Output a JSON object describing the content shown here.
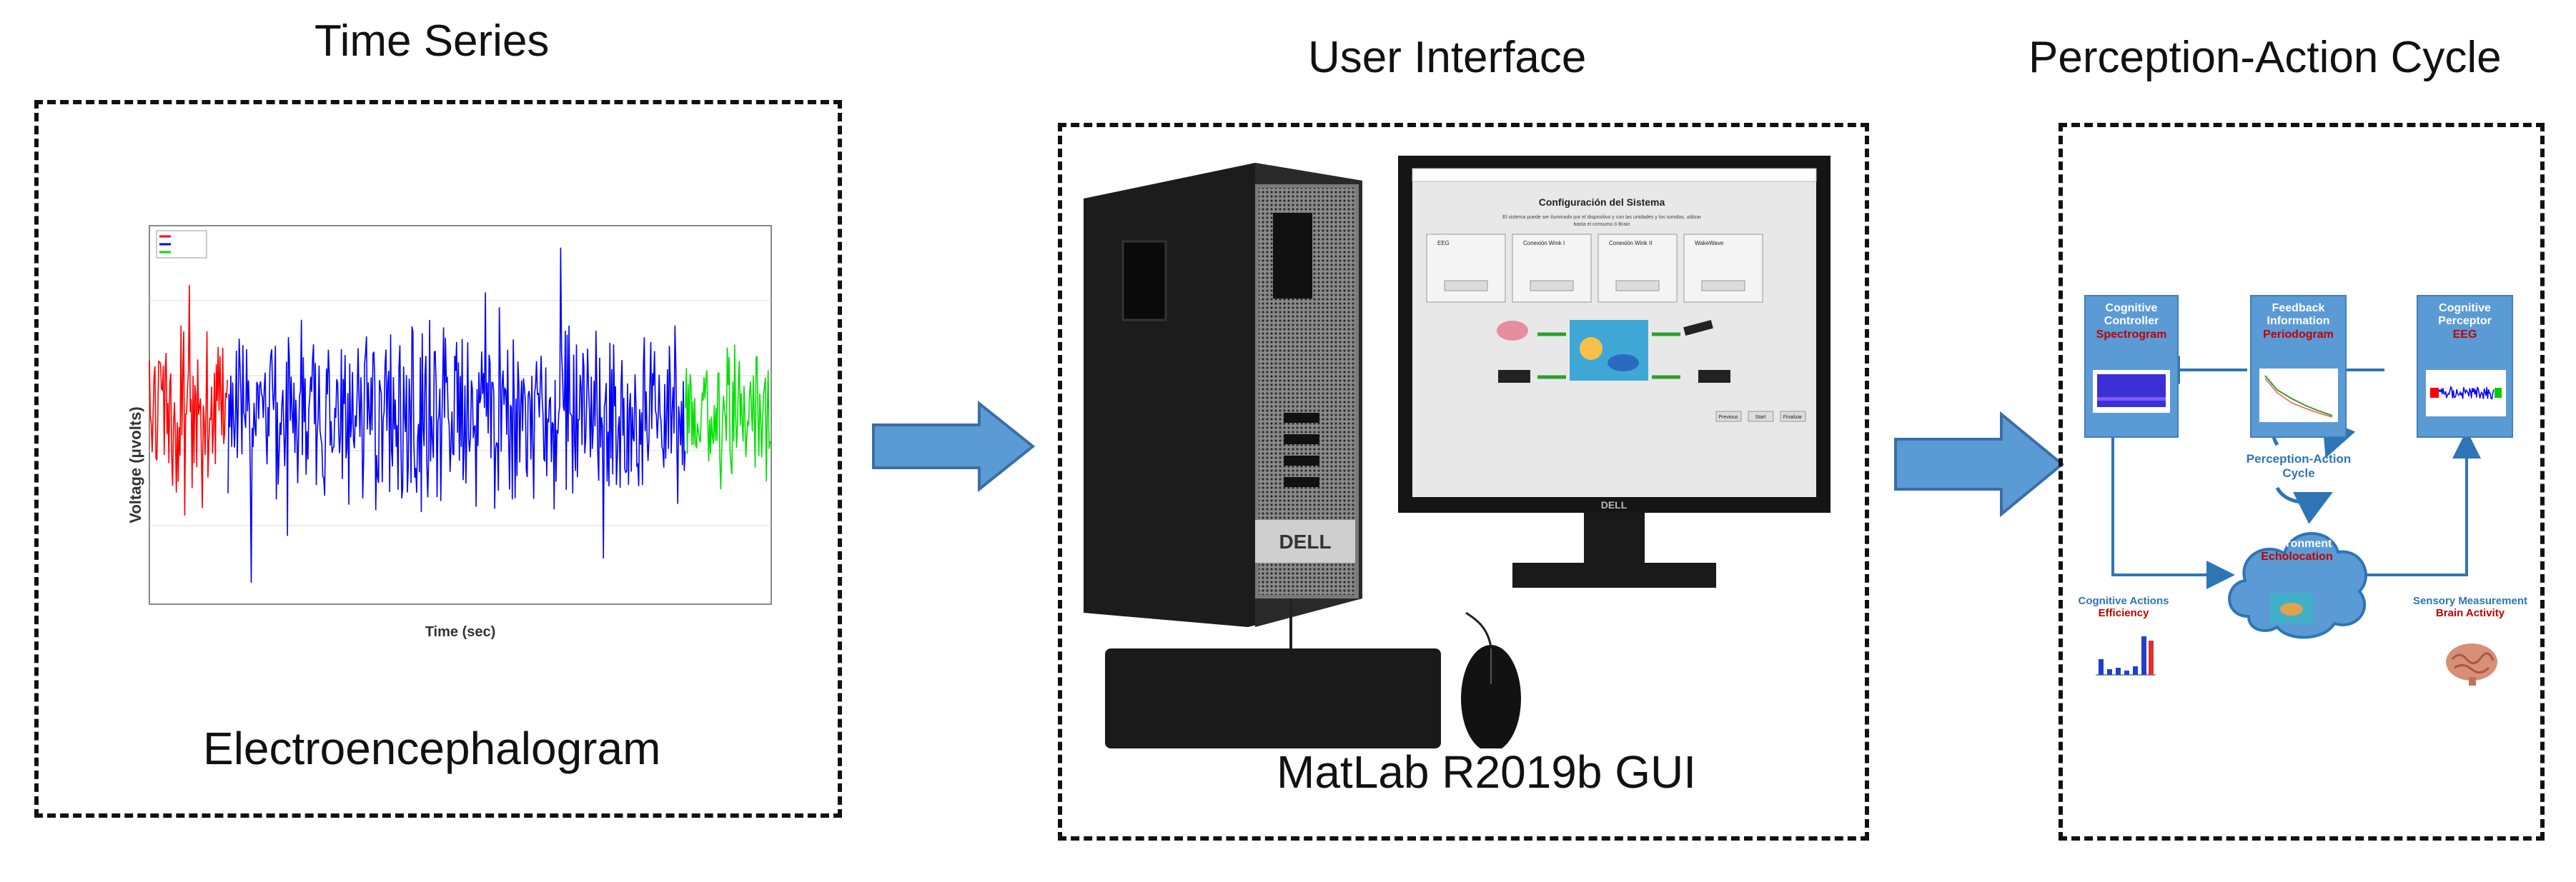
{
  "titles": {
    "time_series": "Time Series",
    "user_interface": "User Interface",
    "perception_action": "Perception-Action Cycle"
  },
  "captions": {
    "eeg": "Electroencephalogram",
    "gui": "MatLab R2019b GUI"
  },
  "eeg_chart": {
    "ylabel": "Voltage (μvolts)",
    "xlabel": "Time (sec)",
    "legend": [
      "",
      "",
      ""
    ],
    "segment_colors": [
      "#ff0000",
      "#0000ff",
      "#00e000"
    ]
  },
  "monitor": {
    "window_title": "Configuración del Sistema",
    "subtitle": "El sistema puede ser iluminado por el dispositivo y con las unidades y los sonidos, utilizar",
    "subtitle2": "basta el consumo ó Brain",
    "groups": [
      "EEG",
      "Conexión Wink I",
      "Conexión Wink II",
      "WakeWave"
    ],
    "buttons": [
      "Previous",
      "Start",
      "Finalizar"
    ],
    "brand": "DELL"
  },
  "tower": {
    "brand": "DELL"
  },
  "cycle": {
    "controller": {
      "line1": "Cognitive",
      "line2": "Controller",
      "red": "Spectrogram"
    },
    "feedback": {
      "line1": "Feedback",
      "line2": "Information",
      "red": "Periodogram"
    },
    "perceptor": {
      "line1": "Cognitive",
      "line2": "Perceptor",
      "red": "EEG"
    },
    "center": {
      "line1": "Perception-Action",
      "line2": "Cycle"
    },
    "environment": {
      "line1": "Environment",
      "red": "Echolocation"
    },
    "actions": {
      "line1": "Cognitive Actions",
      "red": "Efficiency"
    },
    "sensory": {
      "line1": "Sensory Measurement",
      "red": "Brain Activity"
    }
  },
  "colors": {
    "arrow_fill": "#5b9bd5",
    "arrow_stroke": "#3a6ea5",
    "cycle_blue": "#2e75b6",
    "cycle_red": "#c00000"
  }
}
